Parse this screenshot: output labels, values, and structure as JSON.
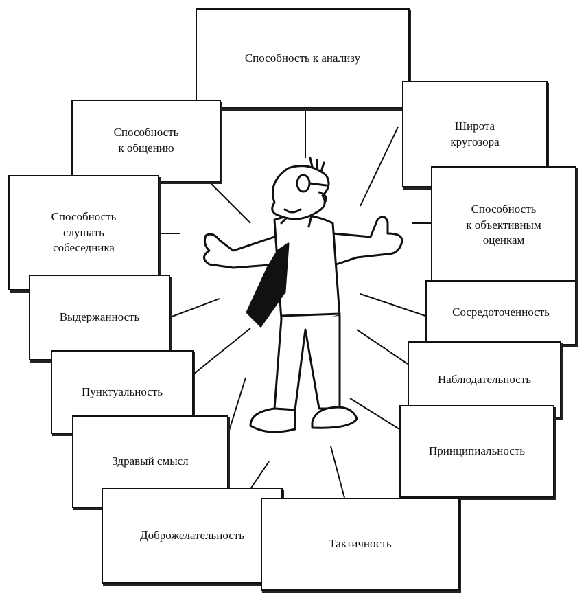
{
  "diagram": {
    "qualities": {
      "analysis": "Способность к анализу",
      "communication": "Способность\nк общению",
      "outlook": "Широта\nкругозора",
      "listening": "Способность\nслушать\nсобеседника",
      "objective": "Способность\nк объективным\nоценкам",
      "restraint": "Выдержанность",
      "concentration": "Сосредоточенность",
      "punctuality": "Пунктуальность",
      "observation": "Наблюдательность",
      "common_sense": "Здравый смысл",
      "principle": "Принципиальность",
      "goodwill": "Доброжелательность",
      "tact": "Тактичность"
    }
  }
}
